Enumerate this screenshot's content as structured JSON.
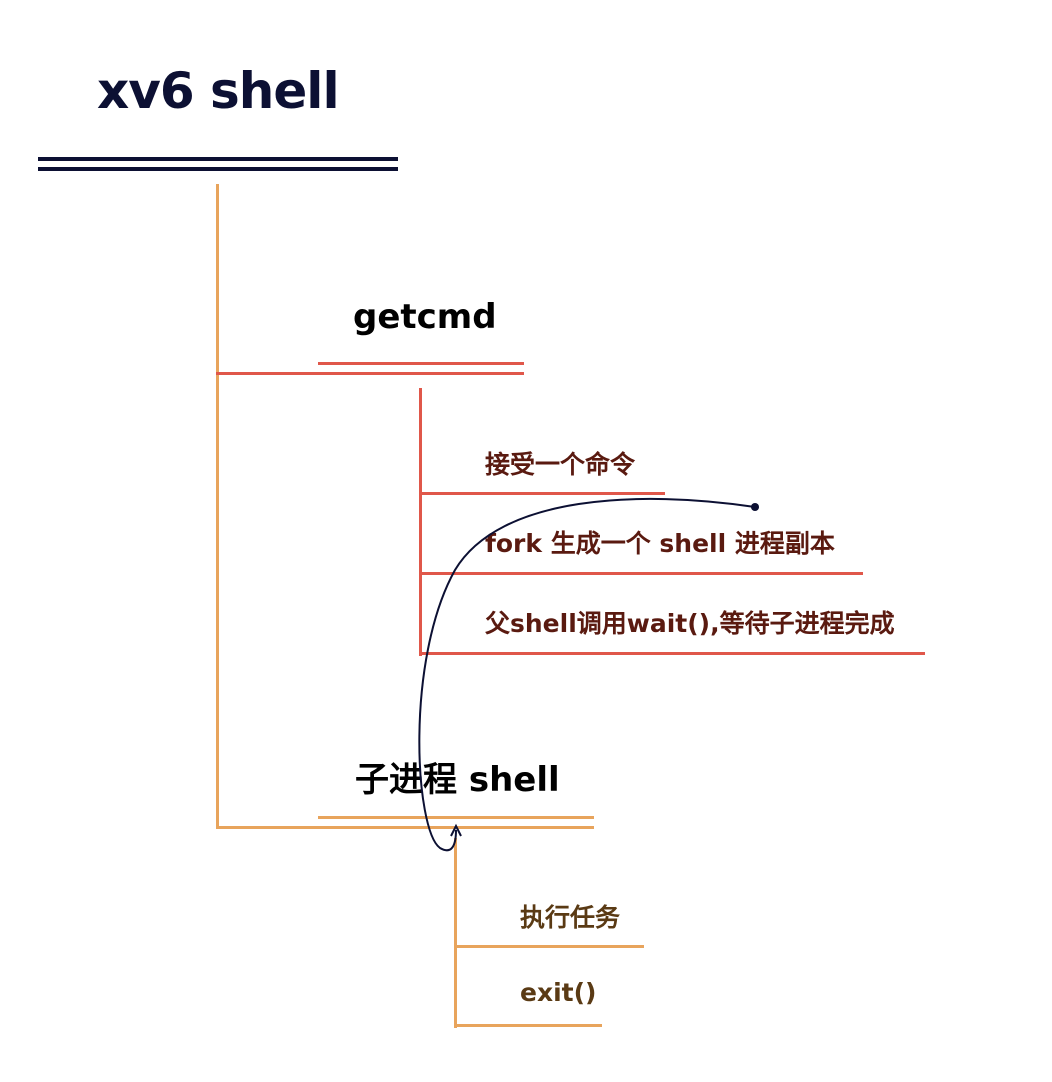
{
  "diagram": {
    "root": {
      "label": "xv6 shell"
    },
    "getcmd": {
      "label": "getcmd",
      "children": [
        {
          "label": "接受一个命令"
        },
        {
          "label": "fork 生成一个 shell 进程副本"
        },
        {
          "label": "父shell调用wait(),等待子进程完成"
        }
      ]
    },
    "child_shell": {
      "label": "子进程 shell",
      "children": [
        {
          "label": "执行任务"
        },
        {
          "label": "exit()"
        }
      ]
    },
    "colors": {
      "root": "#0c1033",
      "root_branch": "#e8a45c",
      "getcmd_branch": "#e0574a",
      "arrow": "#0c1033"
    }
  }
}
